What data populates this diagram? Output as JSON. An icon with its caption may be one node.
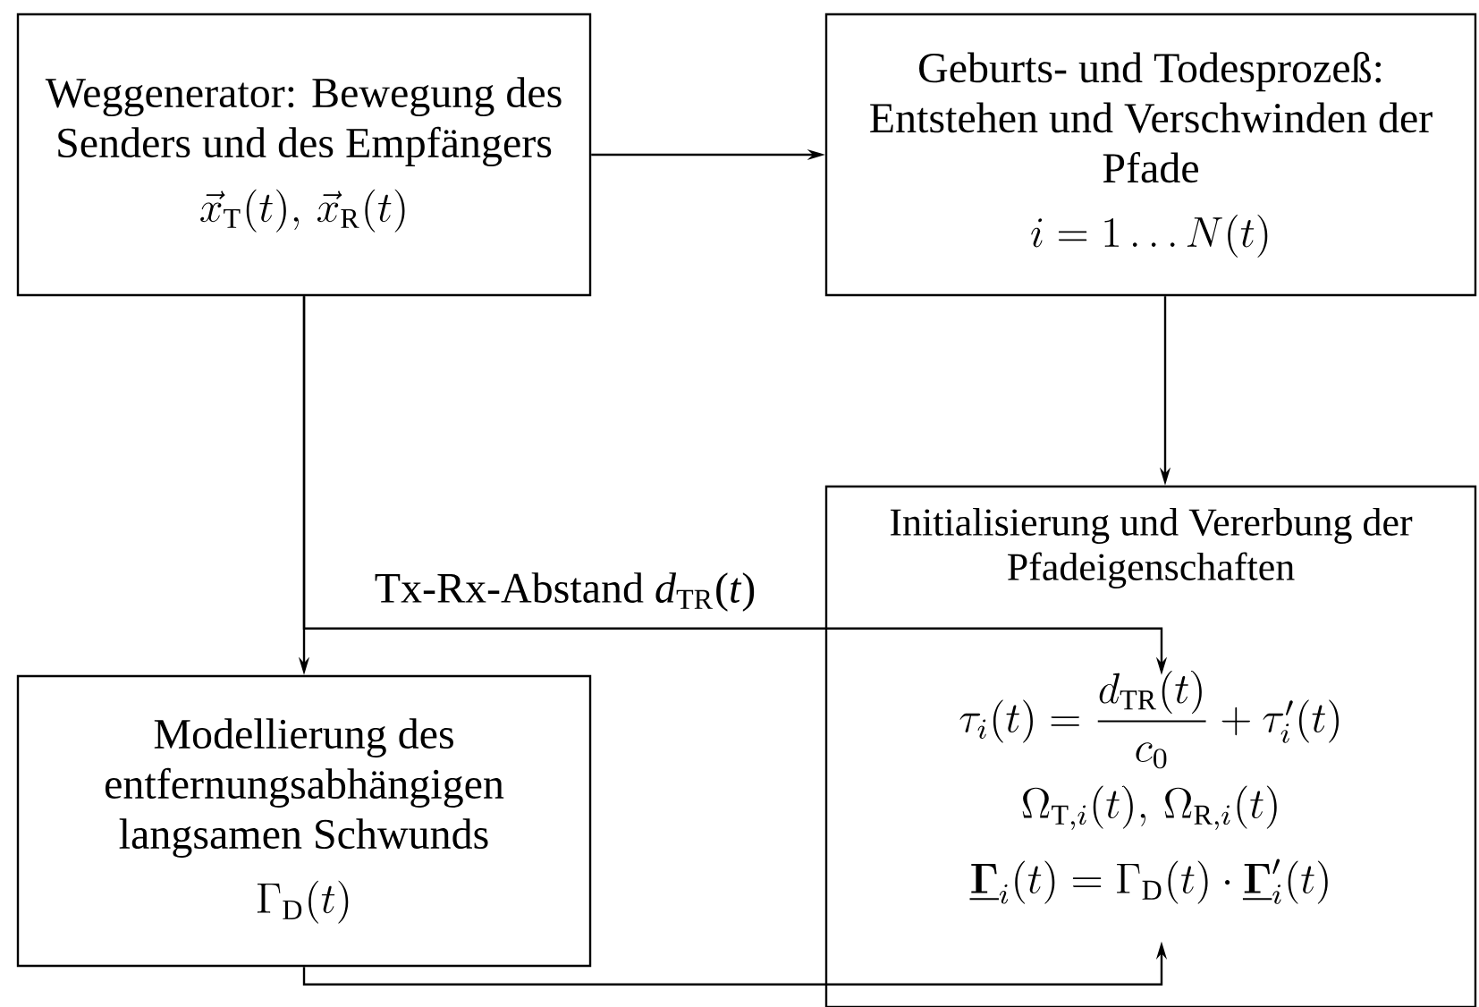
{
  "diagram": {
    "nodes": [
      {
        "text": [
          "Weggenerator: Bewegung des Senders und des Empfängers",
          "\\vec{x}_{\\mathrm{T}}(t),\\, \\vec{x}_{\\mathrm{R}}(t)"
        ]
      },
      {
        "text": [
          "Geburts- und Todesprozeß: Entstehen und Verschwinden der Pfade",
          "i = 1 \\ldots N(t)"
        ]
      },
      {
        "text": [
          "Initialisierung und Vererbung der Pfadeigenschaften",
          "\\tau_i(t) = \\dfrac{d_{\\mathrm{TR}}(t)}{c_0} + \\tau'_i(t)",
          "\\Omega_{\\mathrm{T},i}(t),\\, \\Omega_{\\mathrm{R},i}(t)",
          "\\underline{\\boldsymbol{\\Gamma}}_i(t) = \\Gamma_{\\mathrm{D}}(t) \\cdot \\underline{\\boldsymbol{\\Gamma}}'_i(t)"
        ]
      },
      {
        "text": [
          "Modellierung des entfernungsabhängigen langsamen Schwunds",
          "\\Gamma_{\\mathrm{D}}(t)"
        ]
      }
    ],
    "edges": [
      {
        "from": 0,
        "to": 1,
        "arrow": "to"
      },
      {
        "from": 1,
        "to": 2,
        "arrow": "to"
      },
      {
        "from": 0,
        "to": 3,
        "arrow": "to"
      },
      {
        "from": 0,
        "to": 2,
        "arrow": "to",
        "label": "Tx-Rx-Abstand *d*$_{TR}$(*t*)"
      },
      {
        "from": 3,
        "to": 2,
        "arrow": "to"
      }
    ]
  }
}
